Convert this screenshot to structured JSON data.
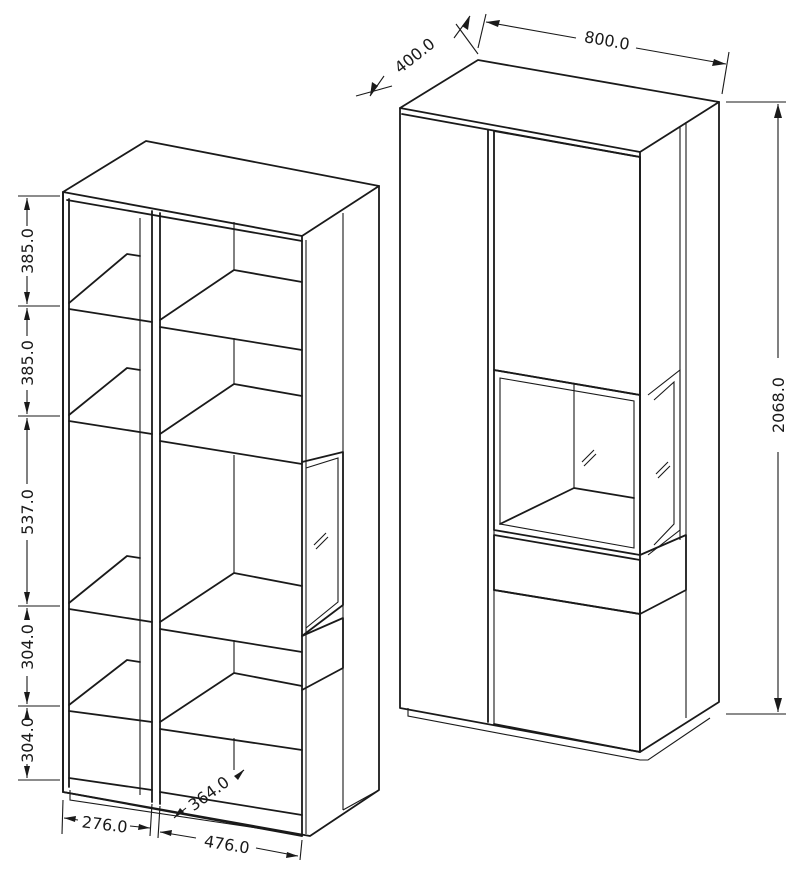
{
  "dimensions": {
    "right_width": "800.0",
    "right_depth": "400.0",
    "right_height": "2068.0",
    "left_h1": "385.0",
    "left_h2": "385.0",
    "left_h3": "537.0",
    "left_h4": "304.0",
    "left_h5": "304.0",
    "left_w_narrow": "276.0",
    "left_w_wide": "476.0",
    "left_depth_inner": "364.0"
  }
}
